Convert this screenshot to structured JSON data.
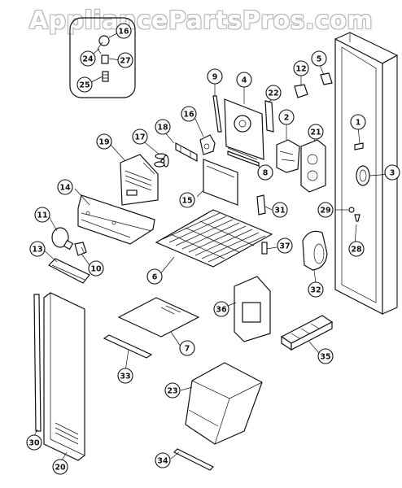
{
  "watermark": "AppliancePartsPros.com",
  "callouts": [
    {
      "id": "c1",
      "label": "1"
    },
    {
      "id": "c2",
      "label": "2"
    },
    {
      "id": "c3",
      "label": "3"
    },
    {
      "id": "c4",
      "label": "4"
    },
    {
      "id": "c5",
      "label": "5"
    },
    {
      "id": "c6",
      "label": "6"
    },
    {
      "id": "c7",
      "label": "7"
    },
    {
      "id": "c8",
      "label": "8"
    },
    {
      "id": "c9",
      "label": "9"
    },
    {
      "id": "c10",
      "label": "10"
    },
    {
      "id": "c11",
      "label": "11"
    },
    {
      "id": "c12",
      "label": "12"
    },
    {
      "id": "c13",
      "label": "13"
    },
    {
      "id": "c14",
      "label": "14"
    },
    {
      "id": "c15",
      "label": "15"
    },
    {
      "id": "c16a",
      "label": "16"
    },
    {
      "id": "c16b",
      "label": "16"
    },
    {
      "id": "c17",
      "label": "17"
    },
    {
      "id": "c18",
      "label": "18"
    },
    {
      "id": "c19",
      "label": "19"
    },
    {
      "id": "c20",
      "label": "20"
    },
    {
      "id": "c21",
      "label": "21"
    },
    {
      "id": "c22",
      "label": "22"
    },
    {
      "id": "c23",
      "label": "23"
    },
    {
      "id": "c24",
      "label": "24"
    },
    {
      "id": "c25",
      "label": "25"
    },
    {
      "id": "c27",
      "label": "27"
    },
    {
      "id": "c28",
      "label": "28"
    },
    {
      "id": "c29",
      "label": "29"
    },
    {
      "id": "c30",
      "label": "30"
    },
    {
      "id": "c31",
      "label": "31"
    },
    {
      "id": "c32",
      "label": "32"
    },
    {
      "id": "c33",
      "label": "33"
    },
    {
      "id": "c34",
      "label": "34"
    },
    {
      "id": "c35",
      "label": "35"
    },
    {
      "id": "c36",
      "label": "36"
    },
    {
      "id": "c37",
      "label": "37"
    }
  ]
}
